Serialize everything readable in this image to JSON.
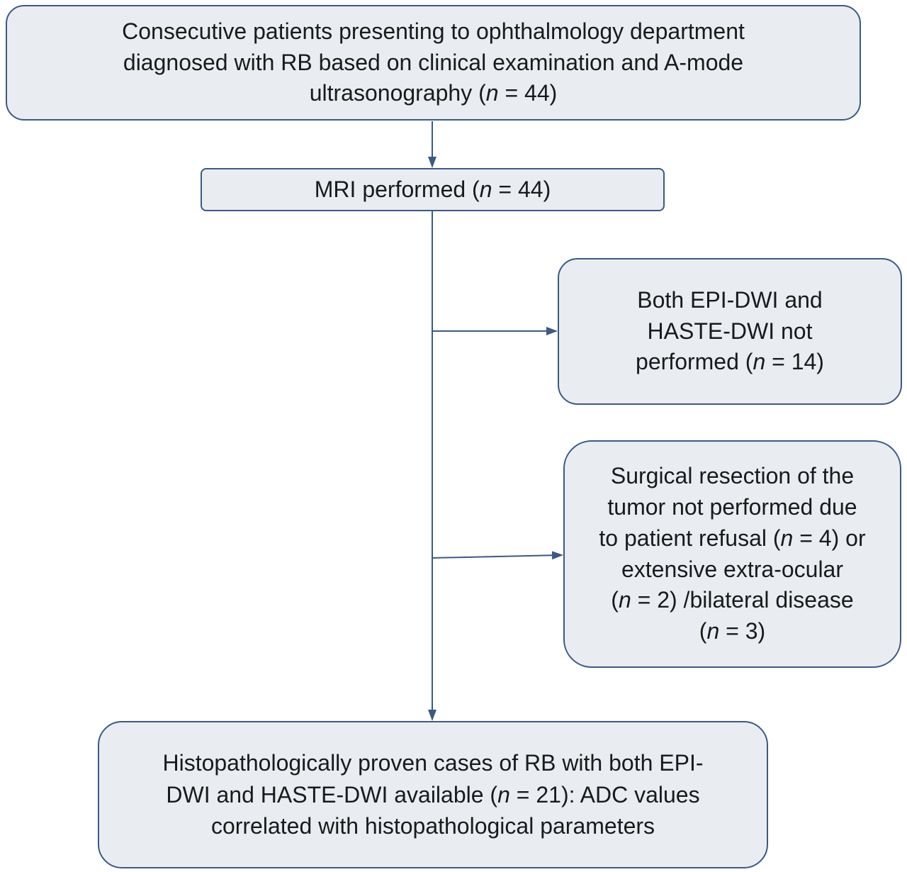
{
  "boxes": {
    "screening": {
      "lines": [
        "Consecutive patients presenting to ophthalmology department",
        "diagnosed with RB based on clinical examination and A-mode",
        {
          "pre": "ultrasonography (",
          "n": "n",
          "post": " = 44)"
        }
      ]
    },
    "mri": {
      "lines": [
        {
          "pre": "MRI performed (",
          "n": "n",
          "post": " = 44)"
        }
      ]
    },
    "excl_dwi": {
      "lines": [
        "Both EPI-DWI and",
        "HASTE-DWI not",
        {
          "pre": "performed (",
          "n": "n",
          "post": " = 14)"
        }
      ]
    },
    "excl_surgery": {
      "lines": [
        "Surgical resection of the",
        "tumor not performed due",
        {
          "pre": "to patient refusal (",
          "n": "n",
          "post": " = 4) or"
        },
        "extensive extra-ocular",
        {
          "pre": "(",
          "n": "n",
          "post": " = 2) /bilateral disease"
        },
        {
          "pre": "(",
          "n": "n",
          "post": " = 3)"
        }
      ]
    },
    "final": {
      "lines": [
        "Histopathologically proven cases of RB with both EPI-",
        {
          "pre": "DWI and HASTE-DWI available (",
          "n": "n",
          "post": " = 21): ADC values"
        },
        "correlated with histopathological parameters"
      ]
    }
  },
  "colors": {
    "box_fill": "#e9edf2",
    "box_border": "#3b5a85",
    "connector": "#3b5a85"
  }
}
